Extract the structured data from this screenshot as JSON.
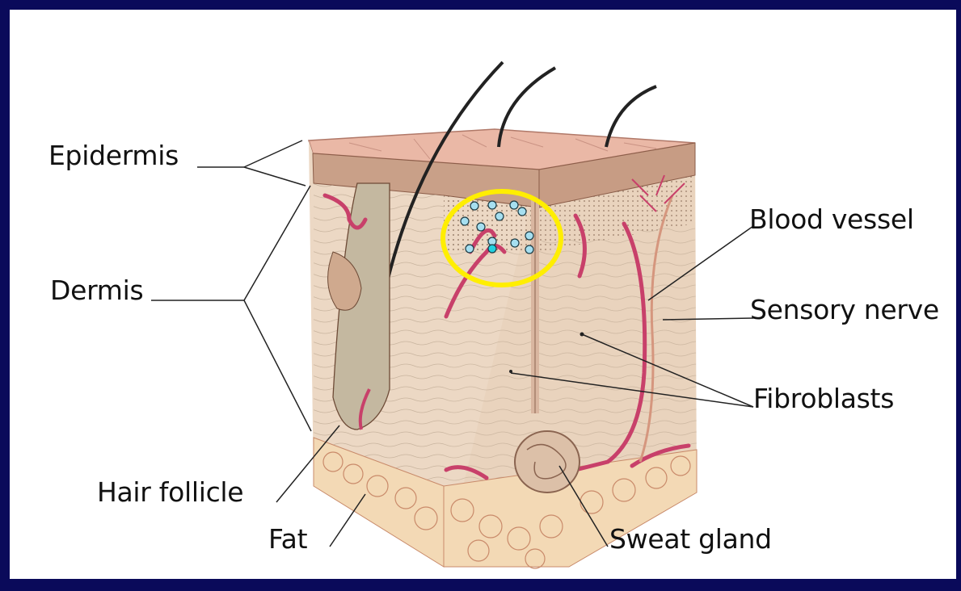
{
  "labels": {
    "epidermis": "Epidermis",
    "dermis": "Dermis",
    "hair_follicle": "Hair follicle",
    "fat": "Fat",
    "blood_vessel": "Blood vessel",
    "sensory_nerve": "Sensory nerve",
    "fibroblasts": "Fibroblasts",
    "sweat_gland": "Sweat gland"
  },
  "colors": {
    "background": "#0a0a5a",
    "highlight_circle": "#ffee00",
    "vessel": "#c8406a",
    "skin_top": "#eab8a6",
    "dermis": "#ecd8c4",
    "fat": "#f3d9b5",
    "cell_marker": "#a6dff0"
  }
}
